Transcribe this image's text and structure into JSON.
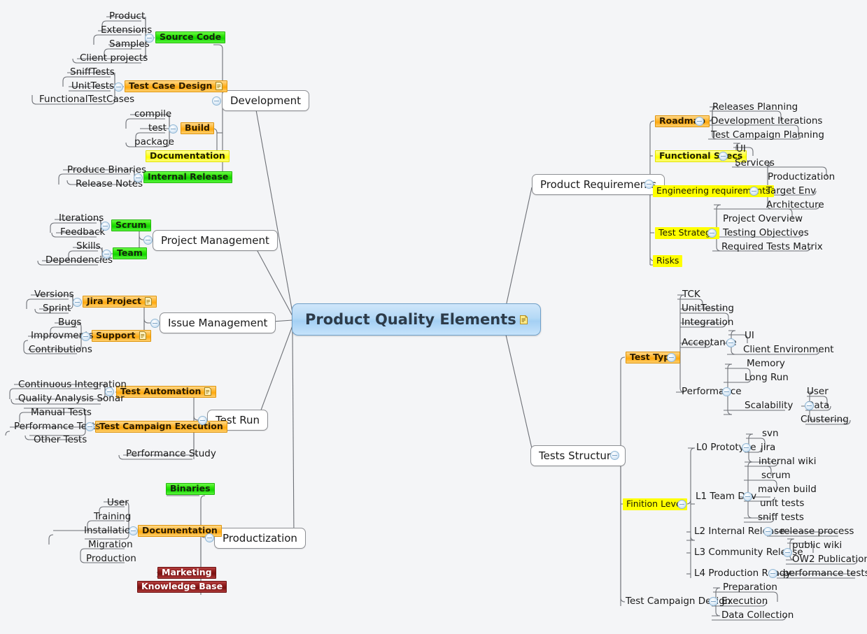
{
  "title": "Product Quality Elements",
  "root": {
    "label": "Product Quality Elements",
    "has_note": true
  },
  "branches": {
    "development": {
      "label": "Development"
    },
    "project_management": {
      "label": "Project Management"
    },
    "issue_management": {
      "label": "Issue Management"
    },
    "test_run": {
      "label": "Test Run"
    },
    "productization": {
      "label": "Productization"
    },
    "product_requirements": {
      "label": "Product Requirements"
    },
    "tests_structure": {
      "label": "Tests Structure"
    }
  },
  "nodes": {
    "source_code": "Source Code",
    "product": "Product",
    "extensions": "Extensions",
    "samples": "Samples",
    "client_projects": "Client projects",
    "test_case_design": "Test Case Design",
    "snifftests": "SniffTests",
    "unittests": "UnitTests",
    "functionaltestcases": "FunctionalTestCases",
    "build": "Build",
    "compile": "compile",
    "test": "test",
    "package": "package",
    "documentation_dev": "Documentation",
    "internal_release": "Internal Release",
    "produce_binaries": "Produce Binaries",
    "release_notes": "Release Notes",
    "scrum": "Scrum",
    "iterations": "Iterations",
    "feedback": "Feedback",
    "team": "Team",
    "skills": "Skills",
    "dependencies": "Dependencies",
    "jira_project": "Jira Project",
    "versions": "Versions",
    "sprint": "Sprint",
    "support": "Support",
    "bugs": "Bugs",
    "improvments": "Improvments",
    "contributions": "Contributions",
    "test_automation": "Test Automation",
    "continuous_integration": "Continuous Integration",
    "quality_analysis_sonar": "Quality Analysis Sonar",
    "test_campaign_execution": "Test Campaign Execution",
    "manual_tests": "Manual Tests",
    "performance_tests": "Performance Tests",
    "other_tests": "Other Tests",
    "performance_study": "Performance Study",
    "binaries": "Binaries",
    "documentation_prod": "Documentation",
    "user_prod": "User",
    "training": "Training",
    "installation": "Installation",
    "migration": "Migration",
    "production": "Production",
    "marketing": "Marketing",
    "knowledge_base": "Knowledge Base",
    "roadmap": "Roadmap",
    "releases_planning": "Releases Planning",
    "development_iterations": "Development Iterations",
    "test_campaign_planning": "Test Campaign Planning",
    "functional_specs": "Functional Specs",
    "ui_specs": "UI",
    "services": "Services",
    "engineering_requirements": "Engineering requirements",
    "productization_req": "Productization",
    "target_env": "Target Env",
    "architecture": "Architecture",
    "test_strategy": "Test Strategy",
    "project_overview": "Project Overview",
    "testing_objectives": "Testing Objectives",
    "required_tests_matrix": "Required Tests Matrix",
    "risks": "Risks",
    "test_type": "Test Type",
    "tck": "TCK",
    "unittesting": "UnitTesting",
    "integration": "Integration",
    "acceptance": "Acceptance",
    "ui_accept": "UI",
    "client_environment": "Client Environment",
    "performance": "Performance",
    "memory": "Memory",
    "long_run": "Long Run",
    "scalability": "Scalability",
    "user_scale": "User",
    "data_scale": "Data",
    "clustering": "Clustering",
    "finition_level": "Finition Level",
    "l0_prototype": "L0 Prototype",
    "svn": "svn",
    "jira": "jira",
    "internal_wiki": "internal wiki",
    "l1_team_dev": "L1 Team Dev",
    "scrum_l1": "scrum",
    "maven_build": "maven build",
    "unit_tests": "unit tests",
    "sniff_tests": "sniff tests",
    "l2_internal_release": "L2 Internal Release",
    "release_process": "release process",
    "l3_community_release": "L3 Community Release",
    "public_wiki": "public wiki",
    "ow2_publication": "OW2 Publication",
    "l4_production_ready": "L4 Production Ready",
    "performance_tests_l4": "performance tests",
    "test_campaign_design": "Test Campaign Design",
    "preparation": "Preparation",
    "execution": "Execution",
    "data_collection": "Data Collection"
  },
  "colors": {
    "background": "#f4f5f7",
    "root_fill": "#a4d0f4",
    "root_border": "#6f9fc8",
    "green": "#13d400",
    "orange": "#ffa90d",
    "yellow": "#ffff00",
    "dark_red": "#7a1212",
    "branch_line": "#6d7076",
    "handle": "#bcd6ec"
  },
  "icons": {
    "note": "note-icon",
    "collapse": "collapse-minus-icon"
  }
}
